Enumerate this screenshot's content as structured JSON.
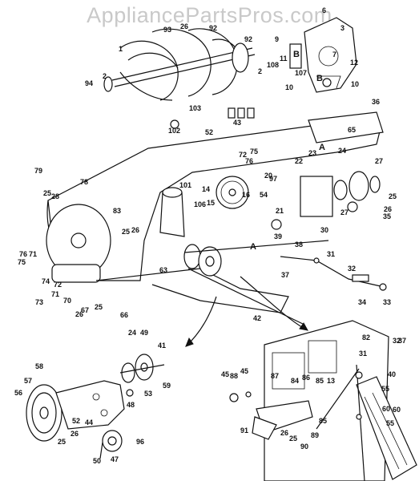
{
  "watermark": "AppliancePartsPros.com",
  "labels": [
    {
      "id": "l1",
      "text": "1"
    },
    {
      "id": "l2",
      "text": "2"
    },
    {
      "id": "l2b",
      "text": "2"
    },
    {
      "id": "l3",
      "text": "3"
    },
    {
      "id": "l6",
      "text": "6"
    },
    {
      "id": "l7",
      "text": "7"
    },
    {
      "id": "l9",
      "text": "9"
    },
    {
      "id": "l10",
      "text": "10"
    },
    {
      "id": "l10b",
      "text": "10"
    },
    {
      "id": "l11",
      "text": "11"
    },
    {
      "id": "l12",
      "text": "12"
    },
    {
      "id": "l14",
      "text": "14"
    },
    {
      "id": "l15",
      "text": "15"
    },
    {
      "id": "l16",
      "text": "16"
    },
    {
      "id": "l20",
      "text": "20"
    },
    {
      "id": "l21",
      "text": "21"
    },
    {
      "id": "l22",
      "text": "22"
    },
    {
      "id": "l23",
      "text": "23"
    },
    {
      "id": "l24",
      "text": "24"
    },
    {
      "id": "l24b",
      "text": "24"
    },
    {
      "id": "l25",
      "text": "25"
    },
    {
      "id": "l25b",
      "text": "25"
    },
    {
      "id": "l25c",
      "text": "25"
    },
    {
      "id": "l25d",
      "text": "25"
    },
    {
      "id": "l25e",
      "text": "25"
    },
    {
      "id": "l25f",
      "text": "25"
    },
    {
      "id": "l26",
      "text": "26"
    },
    {
      "id": "l26b",
      "text": "26"
    },
    {
      "id": "l26c",
      "text": "26"
    },
    {
      "id": "l26d",
      "text": "26"
    },
    {
      "id": "l26e",
      "text": "26"
    },
    {
      "id": "l26f",
      "text": "26"
    },
    {
      "id": "l27",
      "text": "27"
    },
    {
      "id": "l27b",
      "text": "27"
    },
    {
      "id": "l28",
      "text": "28"
    },
    {
      "id": "l30",
      "text": "30"
    },
    {
      "id": "l31",
      "text": "31"
    },
    {
      "id": "l31b",
      "text": "31"
    },
    {
      "id": "l32",
      "text": "32"
    },
    {
      "id": "l32b",
      "text": "32"
    },
    {
      "id": "l33",
      "text": "33"
    },
    {
      "id": "l34",
      "text": "34"
    },
    {
      "id": "l35",
      "text": "35"
    },
    {
      "id": "l36",
      "text": "36"
    },
    {
      "id": "l37",
      "text": "37"
    },
    {
      "id": "l37b",
      "text": "37"
    },
    {
      "id": "l38",
      "text": "38"
    },
    {
      "id": "l39",
      "text": "39"
    },
    {
      "id": "l40",
      "text": "40"
    },
    {
      "id": "l41",
      "text": "41"
    },
    {
      "id": "l42",
      "text": "42"
    },
    {
      "id": "l43",
      "text": "43"
    },
    {
      "id": "l44",
      "text": "44"
    },
    {
      "id": "l45",
      "text": "45"
    },
    {
      "id": "l45b",
      "text": "45"
    },
    {
      "id": "l47",
      "text": "47"
    },
    {
      "id": "l48",
      "text": "48"
    },
    {
      "id": "l49",
      "text": "49"
    },
    {
      "id": "l50",
      "text": "50"
    },
    {
      "id": "l52",
      "text": "52"
    },
    {
      "id": "l52b",
      "text": "52"
    },
    {
      "id": "l53",
      "text": "53"
    },
    {
      "id": "l54",
      "text": "54"
    },
    {
      "id": "l55",
      "text": "55"
    },
    {
      "id": "l55b",
      "text": "55"
    },
    {
      "id": "l56",
      "text": "56"
    },
    {
      "id": "l57",
      "text": "57"
    },
    {
      "id": "l58",
      "text": "58"
    },
    {
      "id": "l59",
      "text": "59"
    },
    {
      "id": "l60",
      "text": "60"
    },
    {
      "id": "l60b",
      "text": "60"
    },
    {
      "id": "l63",
      "text": "63"
    },
    {
      "id": "l65",
      "text": "65"
    },
    {
      "id": "l66",
      "text": "66"
    },
    {
      "id": "l67",
      "text": "67"
    },
    {
      "id": "l70",
      "text": "70"
    },
    {
      "id": "l71",
      "text": "71"
    },
    {
      "id": "l71b",
      "text": "71"
    },
    {
      "id": "l72",
      "text": "72"
    },
    {
      "id": "l72b",
      "text": "72"
    },
    {
      "id": "l73",
      "text": "73"
    },
    {
      "id": "l74",
      "text": "74"
    },
    {
      "id": "l75",
      "text": "75"
    },
    {
      "id": "l75b",
      "text": "75"
    },
    {
      "id": "l76",
      "text": "76"
    },
    {
      "id": "l76b",
      "text": "76"
    },
    {
      "id": "l78",
      "text": "78"
    },
    {
      "id": "l79",
      "text": "79"
    },
    {
      "id": "l82",
      "text": "82"
    },
    {
      "id": "l83",
      "text": "83"
    },
    {
      "id": "l84",
      "text": "84"
    },
    {
      "id": "l85",
      "text": "85"
    },
    {
      "id": "l85b",
      "text": "85"
    },
    {
      "id": "l86",
      "text": "86"
    },
    {
      "id": "l87",
      "text": "87"
    },
    {
      "id": "l88",
      "text": "88"
    },
    {
      "id": "l89",
      "text": "89"
    },
    {
      "id": "l90",
      "text": "90"
    },
    {
      "id": "l91",
      "text": "91"
    },
    {
      "id": "l92",
      "text": "92"
    },
    {
      "id": "l92b",
      "text": "92"
    },
    {
      "id": "l93",
      "text": "93"
    },
    {
      "id": "l94",
      "text": "94"
    },
    {
      "id": "l96",
      "text": "96"
    },
    {
      "id": "l97",
      "text": "97"
    },
    {
      "id": "l101",
      "text": "101"
    },
    {
      "id": "l102",
      "text": "102"
    },
    {
      "id": "l103",
      "text": "103"
    },
    {
      "id": "l106",
      "text": "106"
    },
    {
      "id": "l107",
      "text": "107"
    },
    {
      "id": "l108",
      "text": "108"
    },
    {
      "id": "l13",
      "text": "13"
    },
    {
      "id": "lB1",
      "text": "B"
    },
    {
      "id": "lB2",
      "text": "B"
    },
    {
      "id": "lA1",
      "text": "A"
    },
    {
      "id": "lA2",
      "text": "A"
    }
  ]
}
